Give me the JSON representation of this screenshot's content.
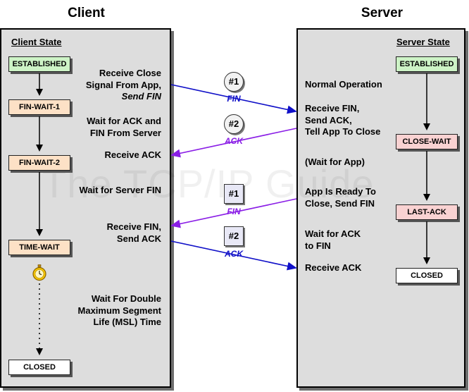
{
  "headers": {
    "client": "Client",
    "server": "Server"
  },
  "client_panel": {
    "title": "Client State",
    "states": [
      "ESTABLISHED",
      "FIN-WAIT-1",
      "FIN-WAIT-2",
      "TIME-WAIT",
      "CLOSED"
    ],
    "notes": {
      "receive_close": [
        "Receive Close",
        "Signal From App,",
        "Send FIN"
      ],
      "wait_for_ack_fin": [
        "Wait for ACK and",
        "FIN From Server"
      ],
      "receive_ack": "Receive ACK",
      "wait_server_fin": "Wait for Server FIN",
      "receive_fin_send_ack": [
        "Receive FIN,",
        "Send ACK"
      ],
      "wait_double_msl": [
        "Wait For Double",
        "Maximum Segment",
        "Life (MSL) Time"
      ]
    }
  },
  "server_panel": {
    "title": "Server State",
    "states": [
      "ESTABLISHED",
      "CLOSE-WAIT",
      "LAST-ACK",
      "CLOSED"
    ],
    "notes": {
      "normal_operation": "Normal Operation",
      "receive_fin_send_ack_tell": [
        "Receive FIN,",
        "Send ACK,",
        "Tell App To Close"
      ],
      "wait_for_app": "(Wait for App)",
      "app_ready": [
        "App Is Ready To",
        "Close, Send FIN"
      ],
      "wait_for_ack_to_fin": [
        "Wait for ACK",
        "to FIN"
      ],
      "receive_ack": "Receive ACK"
    }
  },
  "messages": [
    {
      "badge": "#1",
      "label": "FIN",
      "direction": "client-to-server",
      "color": "#1010c8"
    },
    {
      "badge": "#2",
      "label": "ACK",
      "direction": "server-to-client",
      "color": "#8a1ee6"
    },
    {
      "badge": "#1",
      "label": "FIN",
      "direction": "server-to-client",
      "color": "#8a1ee6"
    },
    {
      "badge": "#2",
      "label": "ACK",
      "direction": "client-to-server",
      "color": "#1010c8"
    }
  ],
  "watermark": "The TCP/IP Guide",
  "colors": {
    "panel": "#dddddd",
    "established": "#cdf3c6",
    "client_wait": "#fde1c6",
    "server_wait": "#f9d2d2",
    "client_arrow": "#1010c8",
    "server_arrow": "#8a1ee6"
  },
  "icons": {
    "timer": "stopwatch-icon"
  }
}
